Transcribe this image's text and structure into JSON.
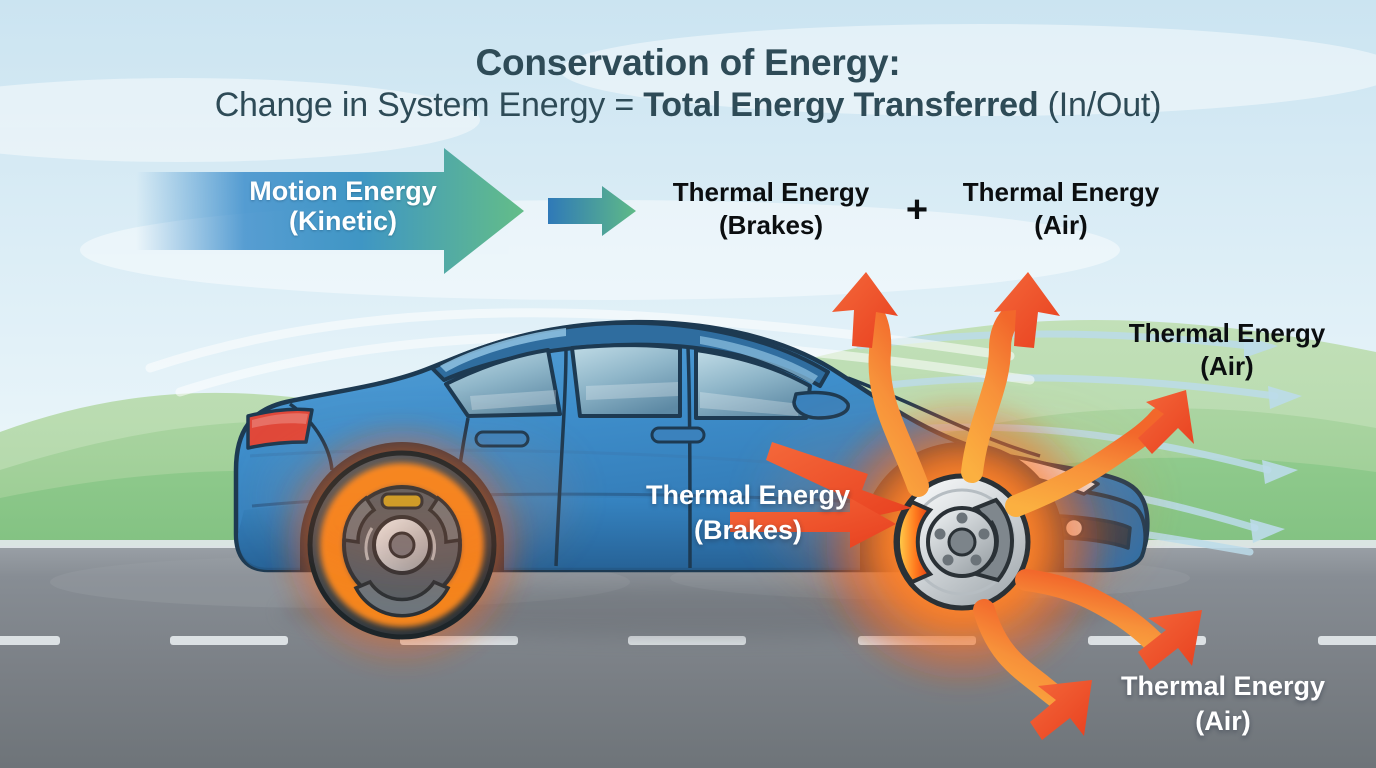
{
  "title": {
    "line1": "Conservation of Energy:",
    "line2_prefix": "Change in System Energy = ",
    "line2_bold": "Total Energy Transferred",
    "line2_suffix": " (In/Out)",
    "color": "#2e4b57"
  },
  "labels": {
    "motion_energy": "Motion Energy\n(Kinetic)",
    "thermal_brakes_top": "Thermal Energy\n(Brakes)",
    "plus": "+",
    "thermal_air_top": "Thermal Energy\n(Air)",
    "thermal_air_right": "Thermal Energy\n(Air)",
    "thermal_brakes_center": "Thermal Energy\n(Brakes)",
    "thermal_air_bottom": "Thermal Energy\n(Air)"
  },
  "colors": {
    "sky_top": "#cfe6f2",
    "sky_bottom": "#f2fafc",
    "hill_back": "#b9dcb0",
    "hill_front": "#8cc98a",
    "road": "#7b8086",
    "road_line": "#e8ecee",
    "car_body": "#3f8fcc",
    "car_body_dark": "#2f74ad",
    "car_outline": "#1d3a52",
    "tail_light": "#e0483a",
    "glow_hot": "#ffb02e",
    "glow_core": "#ff7a18",
    "arrow_orange": "#f79b3e",
    "arrow_red": "#ef4a27",
    "airflow": "#bcdcea",
    "motion_arrow_start": "#3f8fcc",
    "motion_arrow_end": "#5fba87"
  },
  "chart_data": {
    "type": "diagram",
    "title": "Conservation of Energy: Change in System Energy = Total Energy Transferred (In/Out)",
    "energy_in": [
      {
        "name": "Motion Energy (Kinetic)",
        "role": "input"
      }
    ],
    "energy_out": [
      {
        "name": "Thermal Energy (Brakes)",
        "role": "output"
      },
      {
        "name": "Thermal Energy (Air)",
        "role": "output"
      }
    ],
    "relation": "Motion Energy (Kinetic) -> Thermal Energy (Brakes) + Thermal Energy (Air)",
    "scene": "Blue sedan braking on a road; both wheels' brake assemblies glow orange; wavy orange arrows radiate heat outward; pale blue airflow streamlines trail to the right."
  }
}
